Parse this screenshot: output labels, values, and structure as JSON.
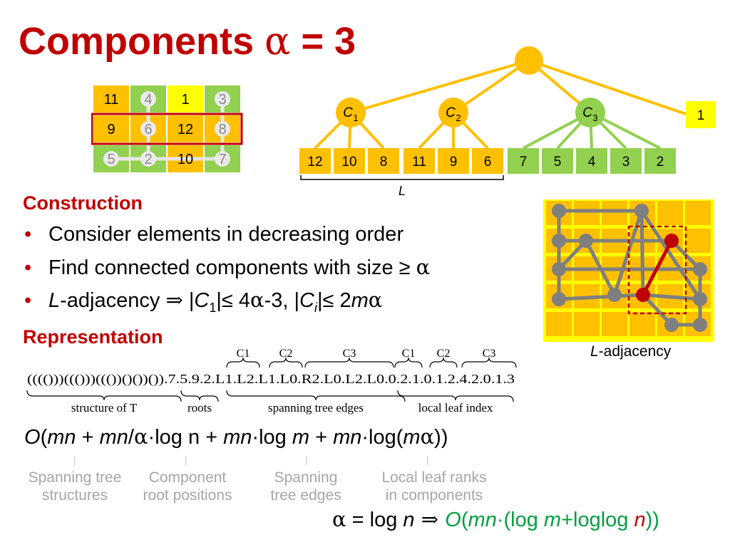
{
  "title": {
    "text": "Components ",
    "alpha": "α",
    "suffix": " = 3"
  },
  "grid": {
    "rows": [
      [
        {
          "v": "11",
          "c": "#ffc000"
        },
        {
          "v": "4",
          "c": "#92d050"
        },
        {
          "v": "1",
          "c": "#ffff00"
        },
        {
          "v": "3",
          "c": "#92d050"
        }
      ],
      [
        {
          "v": "9",
          "c": "#ffc000"
        },
        {
          "v": "6",
          "c": "#ffc000"
        },
        {
          "v": "12",
          "c": "#ffc000"
        },
        {
          "v": "8",
          "c": "#ffc000"
        }
      ],
      [
        {
          "v": "5",
          "c": "#92d050"
        },
        {
          "v": "2",
          "c": "#92d050"
        },
        {
          "v": "10",
          "c": "#ffc000"
        },
        {
          "v": "7",
          "c": "#92d050"
        }
      ]
    ]
  },
  "tree": {
    "components": [
      {
        "label": "C",
        "sub": "1",
        "color": "#ffc000",
        "leaves": [
          "12",
          "10",
          "8"
        ]
      },
      {
        "label": "C",
        "sub": "2",
        "color": "#ffc000",
        "leaves": [
          "11",
          "9",
          "6"
        ]
      },
      {
        "label": "C",
        "sub": "3",
        "color": "#92d050",
        "leaves": [
          "7",
          "5",
          "4",
          "3",
          "2"
        ]
      }
    ],
    "single_leaf": "1",
    "L_label": "L"
  },
  "construction": {
    "heading": "Construction",
    "bullets": [
      "Consider elements in decreasing order",
      "Find connected components with size ≥ ",
      "-adjacency  ⇒  |C",
      ""
    ],
    "b2_alpha": "α",
    "b3": {
      "L": "L",
      "text1": "-adjacency  ",
      "implies": "⇒",
      "text2": "  |",
      "C": "C",
      "one": "1",
      "text3": "|≤ 4",
      "alpha1": "α",
      "text4": "-3, |",
      "C2": "C",
      "i": "i",
      "text5": "|≤ 2",
      "m": "m",
      "alpha2": "α"
    }
  },
  "representation": {
    "heading": "Representation",
    "string": "(((()))((()))((())()())()).7.5.9.2.L1.L2.L1.L0.R2.L0.L2.L0.0.2.1.0.1.2.4.2.0.1.3",
    "top_labels": [
      "C1",
      "C2",
      "C3",
      "C1",
      "C2",
      "C3"
    ],
    "bottom_labels": [
      "structure of T",
      "roots",
      "spanning tree edges",
      "local leaf index"
    ]
  },
  "formula": {
    "O": "O",
    "p1": "(",
    "mn1": "mn",
    "p2": " + ",
    "mn2": "mn",
    "p3": "/",
    "a1": "α",
    "p4": "·log n + ",
    "mn3": "mn",
    "p5": "·log ",
    "m1": "m",
    "p6": " + ",
    "mn4": "mn",
    "p7": "·log(",
    "m2": "m",
    "a2": "α",
    "p8": "))"
  },
  "annotations": [
    {
      "line1": "Spanning tree",
      "line2": "structures"
    },
    {
      "line1": "Component",
      "line2": "root positions"
    },
    {
      "line1": "Spanning",
      "line2": "tree edges"
    },
    {
      "line1": "Local leaf ranks",
      "line2": "in components"
    }
  ],
  "tick_mark": "|",
  "adjacency_caption": {
    "L": "L",
    "rest": "-adjacency"
  },
  "bottom": {
    "alpha": "α",
    "eq": " = log ",
    "n": "n",
    "implies": "  ⇒  ",
    "O": "O",
    "open": "(",
    "mn": "mn",
    "dot": "·(log ",
    "m": "m",
    "plus": "+loglog ",
    "n2": "n",
    "close1": ")",
    "close2": ")"
  },
  "colors": {
    "accent_red": "#c00000",
    "orange": "#ffc000",
    "green": "#92d050",
    "yellow": "#ffff00",
    "formula_green": "#00a040",
    "gray": "#808080"
  }
}
